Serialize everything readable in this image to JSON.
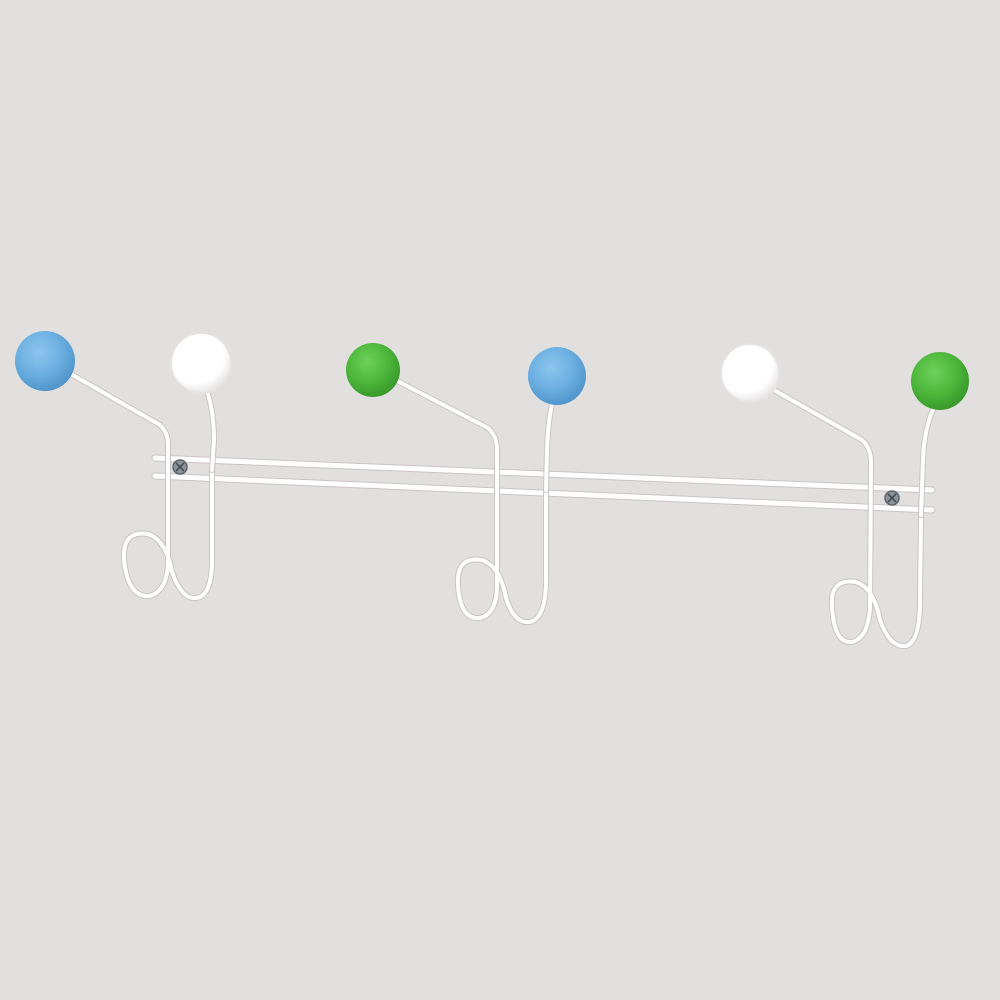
{
  "scene": {
    "subject": "wall-coat-rack",
    "colors": {
      "background": "#e2dfdf",
      "wire": "#ffffff",
      "wire_shadow": "#c9c5c5",
      "screw": "#8c939a",
      "screw_dark": "#5e656c"
    },
    "hook_groups": [
      {
        "left_knob": {
          "color": "#6aaee0",
          "name": "blue"
        },
        "right_knob": {
          "color": "#ffffff",
          "name": "white"
        }
      },
      {
        "left_knob": {
          "color": "#4cb63a",
          "name": "green"
        },
        "right_knob": {
          "color": "#6aaee0",
          "name": "blue"
        }
      },
      {
        "left_knob": {
          "color": "#ffffff",
          "name": "white"
        },
        "right_knob": {
          "color": "#4cb63a",
          "name": "green"
        }
      }
    ],
    "screw_count": 2
  }
}
